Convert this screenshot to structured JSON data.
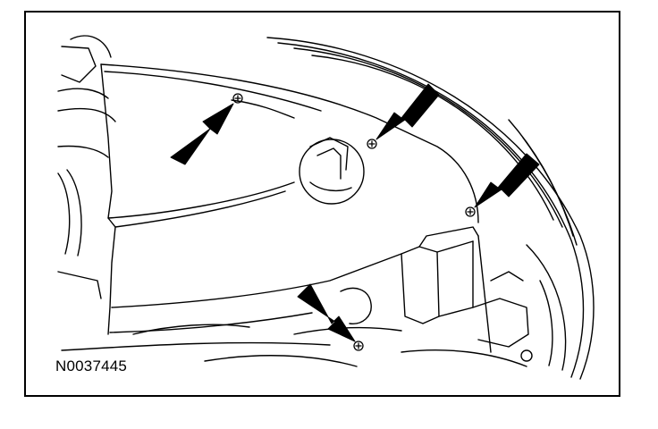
{
  "figure": {
    "id_label": "N0037445"
  },
  "colors": {
    "line": "#000000",
    "background": "#ffffff"
  },
  "callouts": [
    {
      "target": "upper-left-fastener"
    },
    {
      "target": "upper-middle-fastener"
    },
    {
      "target": "right-fastener"
    },
    {
      "target": "lower-fastener"
    }
  ]
}
